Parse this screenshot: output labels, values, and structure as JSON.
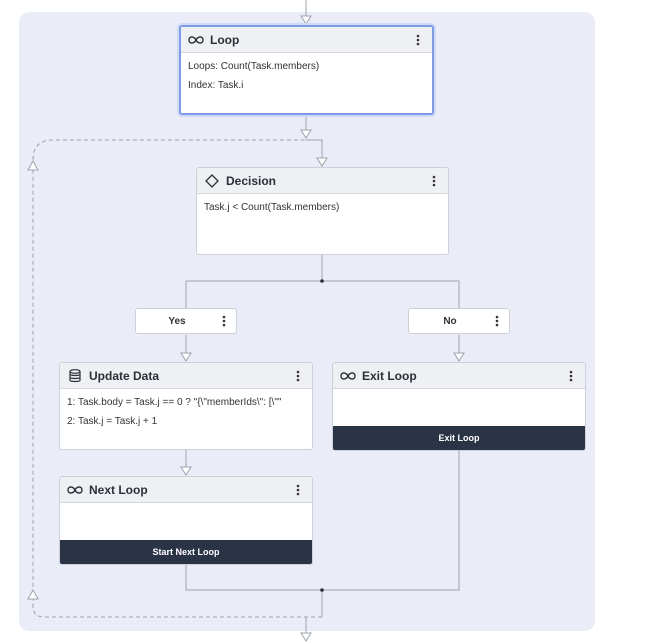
{
  "nodes": {
    "loop": {
      "title": "Loop",
      "icon": "infinity-icon",
      "lines": [
        "Loops: Count(Task.members)",
        "Index: Task.i"
      ]
    },
    "decision": {
      "title": "Decision",
      "icon": "diamond-icon",
      "lines": [
        "Task.j < Count(Task.members)"
      ]
    },
    "update_data": {
      "title": "Update Data",
      "icon": "database-icon",
      "lines": [
        "1: Task.body = Task.j == 0 ? \"{\\\"memberIds\\\": [\\\"\"",
        "2: Task.j = Task.j + 1"
      ]
    },
    "next_loop": {
      "title": "Next Loop",
      "icon": "infinity-icon",
      "footer": "Start Next Loop"
    },
    "exit_loop": {
      "title": "Exit Loop",
      "icon": "infinity-icon",
      "footer": "Exit Loop"
    }
  },
  "branches": {
    "yes": "Yes",
    "no": "No"
  },
  "colors": {
    "loop_region": "#eaecf8",
    "selected_border": "#7e9be6",
    "footer_bg": "#2b3447",
    "connector": "#9ea3ad"
  }
}
